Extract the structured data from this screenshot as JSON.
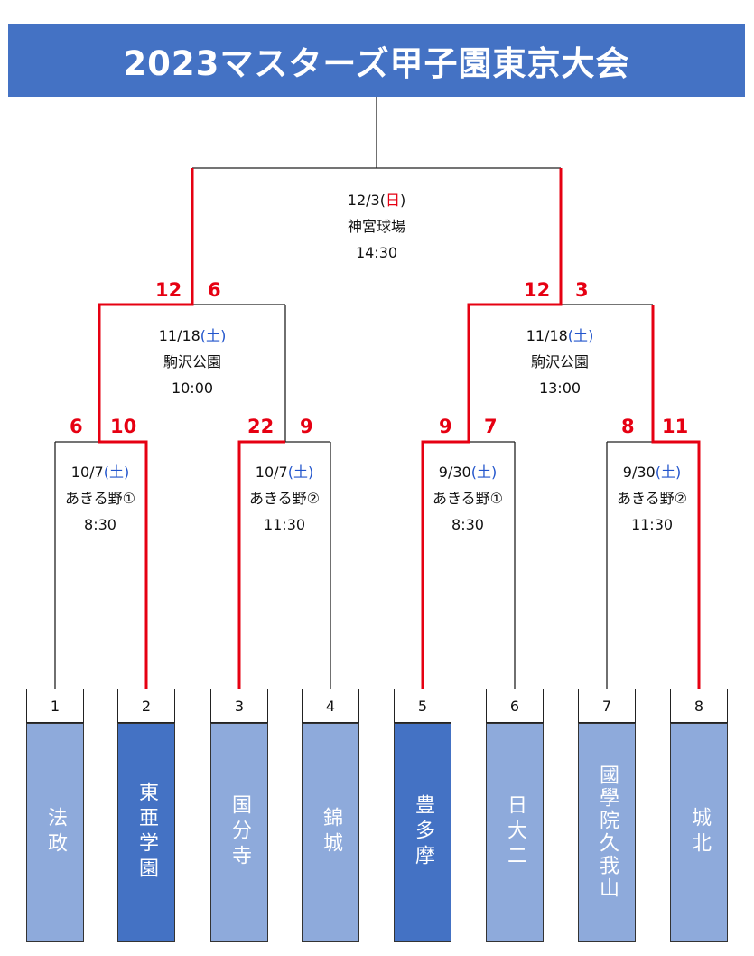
{
  "title": "2023マスターズ甲子園東京大会",
  "colors": {
    "header": "#4472c4",
    "winner_line": "#e60012",
    "line": "#222222",
    "team_dark": "#4472c4",
    "team_light": "#8eaadb",
    "weekday_blue": "#2255cc",
    "weekday_red": "#e60012"
  },
  "teams": [
    {
      "seed": "1",
      "name": "法政",
      "highlight": false
    },
    {
      "seed": "2",
      "name": "東亜学園",
      "highlight": true
    },
    {
      "seed": "3",
      "name": "国分寺",
      "highlight": false
    },
    {
      "seed": "4",
      "name": "錦城",
      "highlight": false
    },
    {
      "seed": "5",
      "name": "豊多摩",
      "highlight": true
    },
    {
      "seed": "6",
      "name": "日大二",
      "highlight": false
    },
    {
      "seed": "7",
      "name": "國學院久我山",
      "highlight": false
    },
    {
      "seed": "8",
      "name": "城北",
      "highlight": false
    }
  ],
  "matches": {
    "r1_1": {
      "date": "10/7",
      "weekday": "土",
      "venue": "あきる野①",
      "time": "8:30",
      "score_left": "6",
      "score_right": "10"
    },
    "r1_2": {
      "date": "10/7",
      "weekday": "土",
      "venue": "あきる野②",
      "time": "11:30",
      "score_left": "22",
      "score_right": "9"
    },
    "r1_3": {
      "date": "9/30",
      "weekday": "土",
      "venue": "あきる野①",
      "time": "8:30",
      "score_left": "9",
      "score_right": "7"
    },
    "r1_4": {
      "date": "9/30",
      "weekday": "土",
      "venue": "あきる野②",
      "time": "11:30",
      "score_left": "8",
      "score_right": "11"
    },
    "sf_1": {
      "date": "11/18",
      "weekday": "土",
      "venue": "駒沢公園",
      "time": "10:00",
      "score_left": "12",
      "score_right": "6"
    },
    "sf_2": {
      "date": "11/18",
      "weekday": "土",
      "venue": "駒沢公園",
      "time": "13:00",
      "score_left": "12",
      "score_right": "3"
    },
    "final": {
      "date": "12/3",
      "weekday": "日",
      "venue": "神宮球場",
      "time": "14:30"
    }
  }
}
